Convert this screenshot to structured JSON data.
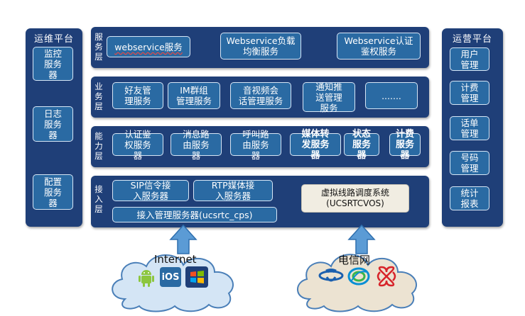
{
  "ops_platform": {
    "title": "运维平台",
    "items": [
      "监控\n服务\n器",
      "日志\n服务\n器",
      "配置\n服务\n器"
    ]
  },
  "biz_platform": {
    "title": "运营平台",
    "items": [
      "用户\n管理",
      "计费\n管理",
      "话单\n管理",
      "号码\n管理",
      "统计\n报表"
    ]
  },
  "layers": {
    "service": {
      "label": "服务层",
      "items": [
        "webservice服务",
        "Webservice负载\n均衡服务",
        "Webservice认证\n鉴权服务"
      ]
    },
    "business": {
      "label": "业务层",
      "items": [
        "好友管\n理服务",
        "IM群组\n管理服务",
        "音视频会\n话管理服务",
        "通知推\n送管理\n服务",
        "......."
      ]
    },
    "capability": {
      "label": "能力层",
      "items": [
        "认证鉴\n权服务\n器",
        "消息路\n由服务\n器",
        "呼叫路\n由服务\n器",
        "媒体转\n发服务\n器",
        "状态\n服务\n器",
        "计费\n服务\n器"
      ]
    },
    "access": {
      "label": "接入层",
      "items": [
        "SIP信令接\n入服务器",
        "RTP媒体接\n入服务器",
        "接入管理服务器(ucsrtc_cps)"
      ],
      "vline": "虚拟线路调度系统\n(UCSRTCVOS)"
    }
  },
  "clouds": {
    "internet": {
      "label": "Internet",
      "icons": [
        "android-icon",
        "ios-icon",
        "windows-icon"
      ],
      "ios_text": "iOS"
    },
    "telecom": {
      "label": "电信网",
      "icons": [
        "china-telecom-icon",
        "china-mobile-icon",
        "china-unicom-icon"
      ]
    }
  },
  "colors": {
    "panel": "#1f3f78",
    "box": "#2a6aa3",
    "arrow": "#5b9bd5",
    "cloud": "#cfe2f3"
  }
}
